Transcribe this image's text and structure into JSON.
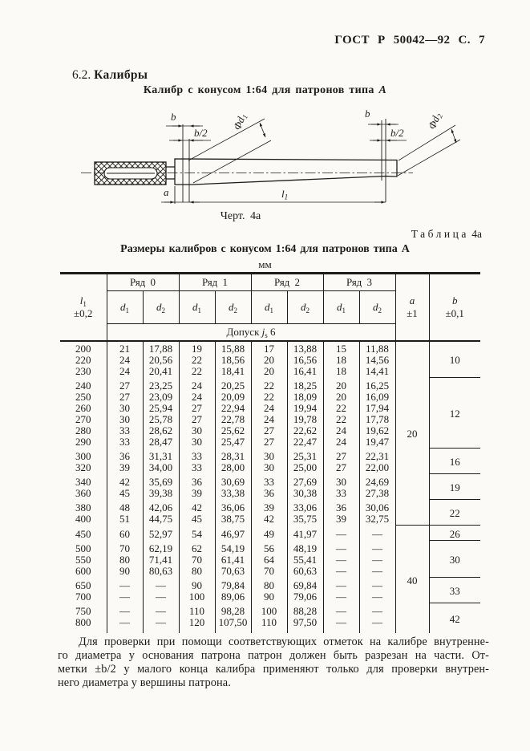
{
  "header": {
    "gost": "ГОСТ Р 50042—92 С. 7"
  },
  "section": {
    "number": "6.2.",
    "title": "Калибры"
  },
  "figure": {
    "title": "Калибр с конусом 1:64 для патронов типа ",
    "title_em": "А",
    "caption": "Черт. 4а",
    "labels": {
      "b": "b",
      "b_half": "b/2",
      "a": "a",
      "l1": {
        "base": "l",
        "sub": "1"
      },
      "phi_d1": {
        "base": "Φd",
        "sub": "1"
      },
      "phi_d2": {
        "base": "Φd",
        "sub": "2"
      }
    }
  },
  "table": {
    "label_word": "Таблица",
    "label_num": "4а",
    "title": "Размеры калибров с конусом 1:64 для патронов типа А",
    "units": "мм",
    "header": {
      "l": {
        "base": "l",
        "sub": "1",
        "tol": "±0,2"
      },
      "series": [
        "Ряд 0",
        "Ряд 1",
        "Ряд 2",
        "Ряд 3"
      ],
      "d1": {
        "base": "d",
        "sub": "1"
      },
      "d2": {
        "base": "d",
        "sub": "2"
      },
      "dop": {
        "pre": "Допуск ",
        "j": "j",
        "sub": "s",
        "post": " 6"
      },
      "a": {
        "base": "a",
        "tol": "±1"
      },
      "b": {
        "base": "b",
        "tol": "±0,1"
      }
    },
    "rows": [
      {
        "l": "200",
        "d": [
          "21",
          "17,88",
          "19",
          "15,88",
          "17",
          "13,88",
          "15",
          "11,88"
        ]
      },
      {
        "l": "220",
        "d": [
          "24",
          "20,56",
          "22",
          "18,56",
          "20",
          "16,56",
          "18",
          "14,56"
        ]
      },
      {
        "l": "230",
        "d": [
          "24",
          "20,41",
          "22",
          "18,41",
          "20",
          "16,41",
          "18",
          "14,41"
        ]
      },
      {
        "l": "240",
        "d": [
          "27",
          "23,25",
          "24",
          "20,25",
          "22",
          "18,25",
          "20",
          "16,25"
        ]
      },
      {
        "l": "250",
        "d": [
          "27",
          "23,09",
          "24",
          "20,09",
          "22",
          "18,09",
          "20",
          "16,09"
        ]
      },
      {
        "l": "260",
        "d": [
          "30",
          "25,94",
          "27",
          "22,94",
          "24",
          "19,94",
          "22",
          "17,94"
        ]
      },
      {
        "l": "270",
        "d": [
          "30",
          "25,78",
          "27",
          "22,78",
          "24",
          "19,78",
          "22",
          "17,78"
        ]
      },
      {
        "l": "280",
        "d": [
          "33",
          "28,62",
          "30",
          "25,62",
          "27",
          "22,62",
          "24",
          "19,62"
        ]
      },
      {
        "l": "290",
        "d": [
          "33",
          "28,47",
          "30",
          "25,47",
          "27",
          "22,47",
          "24",
          "19,47"
        ]
      },
      {
        "l": "300",
        "d": [
          "36",
          "31,31",
          "33",
          "28,31",
          "30",
          "25,31",
          "27",
          "22,31"
        ]
      },
      {
        "l": "320",
        "d": [
          "39",
          "34,00",
          "33",
          "28,00",
          "30",
          "25,00",
          "27",
          "22,00"
        ]
      },
      {
        "l": "340",
        "d": [
          "42",
          "35,69",
          "36",
          "30,69",
          "33",
          "27,69",
          "30",
          "24,69"
        ]
      },
      {
        "l": "360",
        "d": [
          "45",
          "39,38",
          "39",
          "33,38",
          "36",
          "30,38",
          "33",
          "27,38"
        ]
      },
      {
        "l": "380",
        "d": [
          "48",
          "42,06",
          "42",
          "36,06",
          "39",
          "33,06",
          "36",
          "30,06"
        ]
      },
      {
        "l": "400",
        "d": [
          "51",
          "44,75",
          "45",
          "38,75",
          "42",
          "35,75",
          "39",
          "32,75"
        ]
      },
      {
        "l": "450",
        "d": [
          "60",
          "52,97",
          "54",
          "46,97",
          "49",
          "41,97",
          "—",
          "—"
        ]
      },
      {
        "l": "500",
        "d": [
          "70",
          "62,19",
          "62",
          "54,19",
          "56",
          "48,19",
          "—",
          "—"
        ]
      },
      {
        "l": "550",
        "d": [
          "80",
          "71,41",
          "70",
          "61,41",
          "64",
          "55,41",
          "—",
          "—"
        ]
      },
      {
        "l": "600",
        "d": [
          "90",
          "80,63",
          "80",
          "70,63",
          "70",
          "60,63",
          "—",
          "—"
        ]
      },
      {
        "l": "650",
        "d": [
          "—",
          "—",
          "90",
          "79,84",
          "80",
          "69,84",
          "—",
          "—"
        ]
      },
      {
        "l": "700",
        "d": [
          "—",
          "—",
          "100",
          "89,06",
          "90",
          "79,06",
          "—",
          "—"
        ]
      },
      {
        "l": "750",
        "d": [
          "—",
          "—",
          "110",
          "98,28",
          "100",
          "88,28",
          "—",
          "—"
        ]
      },
      {
        "l": "800",
        "d": [
          "—",
          "—",
          "120",
          "107,50",
          "110",
          "97,50",
          "—",
          "—"
        ]
      }
    ],
    "gaps": [
      3,
      9,
      11,
      13,
      15,
      16,
      19,
      21
    ],
    "a_groups": [
      {
        "start": 0,
        "span": 15,
        "value": "20"
      },
      {
        "start": 15,
        "span": 8,
        "value": "40"
      }
    ],
    "b_groups": [
      {
        "start": 0,
        "span": 3,
        "value": "10"
      },
      {
        "start": 3,
        "span": 6,
        "value": "12"
      },
      {
        "start": 9,
        "span": 2,
        "value": "16"
      },
      {
        "start": 11,
        "span": 2,
        "value": "19"
      },
      {
        "start": 13,
        "span": 2,
        "value": "22"
      },
      {
        "start": 15,
        "span": 1,
        "value": "26"
      },
      {
        "start": 16,
        "span": 3,
        "value": "30"
      },
      {
        "start": 19,
        "span": 2,
        "value": "33"
      },
      {
        "start": 21,
        "span": 2,
        "value": "42"
      }
    ]
  },
  "note": {
    "lines": [
      "Для проверки при помощи соответствующих отметок на калибре внутренне-",
      "го диаметра у основания патрона патрон должен быть разрезан на части. От-",
      "метки ±b/2 у малого конца калибра применяют только для проверки внутрен-",
      "него диаметра у вершины патрона."
    ]
  }
}
